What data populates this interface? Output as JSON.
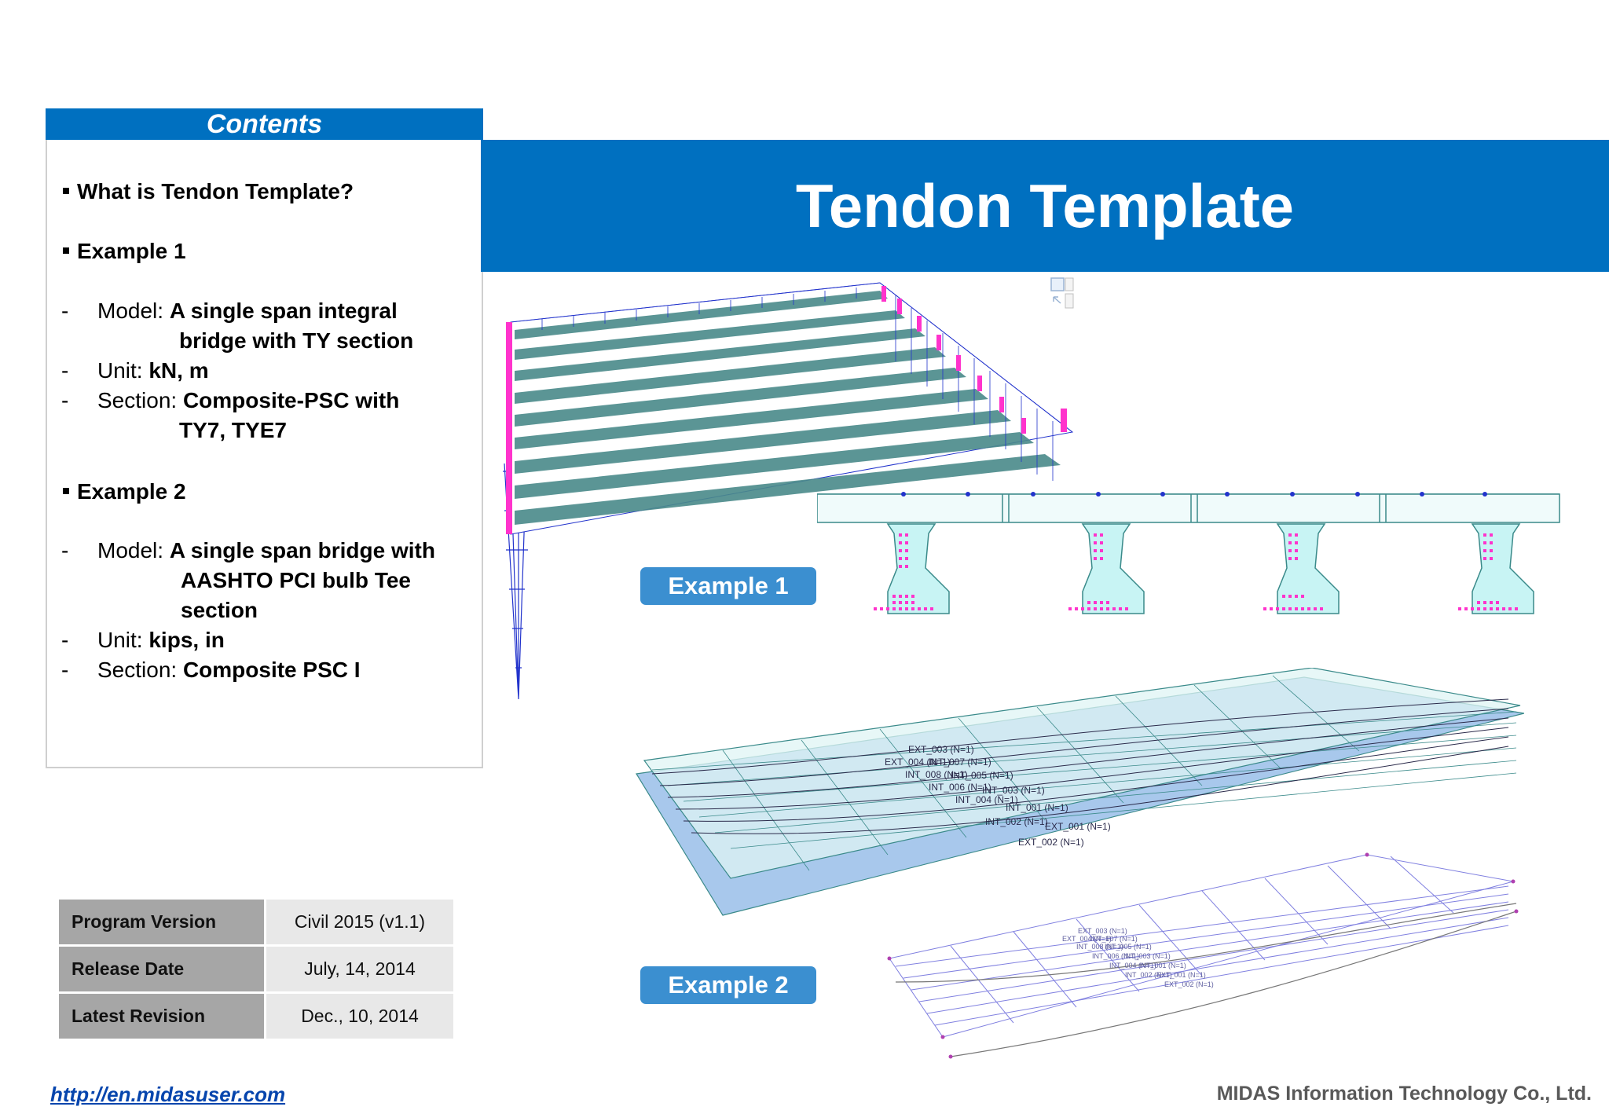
{
  "contents": {
    "header": "Contents",
    "items": {
      "what_is": "What is Tendon Template?",
      "example1": "Example 1",
      "example2": "Example 2"
    },
    "example1": {
      "model_label": "Model: ",
      "model_line1": "A single span integral",
      "model_line2": "bridge with TY section",
      "unit_label": "Unit: ",
      "unit_value": "kN, m",
      "section_label": "Section: ",
      "section_line1": "Composite-PSC with",
      "section_line2": "TY7, TYE7"
    },
    "example2": {
      "model_label": "Model: ",
      "model_line1": "A single span bridge with",
      "model_line2": "AASHTO PCI bulb Tee",
      "model_line3": "section",
      "unit_label": "Unit: ",
      "unit_value": "kips, in",
      "section_label": "Section: ",
      "section_value": "Composite PSC I"
    },
    "dash": "-"
  },
  "title": "Tendon Template",
  "example_labels": {
    "ex1": "Example 1",
    "ex2": "Example 2"
  },
  "info_table": [
    {
      "key": "Program Version",
      "value": "Civil 2015 (v1.1)"
    },
    {
      "key": "Release Date",
      "value": "July, 14, 2014"
    },
    {
      "key": "Latest Revision",
      "value": "Dec., 10, 2014"
    }
  ],
  "tendon_labels": [
    "EXT_003 (N=1)",
    "EXT_004 (N=1)",
    "INT_007 (N=1)",
    "INT_008 (N=1)",
    "INT_005 (N=1)",
    "INT_006 (N=1)",
    "INT_003 (N=1)",
    "INT_004 (N=1)",
    "INT_001 (N=1)",
    "INT_002 (N=1)",
    "EXT_001 (N=1)",
    "EXT_002 (N=1)"
  ],
  "footer": {
    "url": "http://en.midasuser.com",
    "company": "MIDAS Information Technology Co., Ltd."
  },
  "colors": {
    "brand_blue": "#0070c0",
    "label_blue": "#3b8fd0",
    "model_teal": "#4a8a8a",
    "support_magenta": "#ff33cc",
    "mesh_blue": "#1a1acc"
  }
}
